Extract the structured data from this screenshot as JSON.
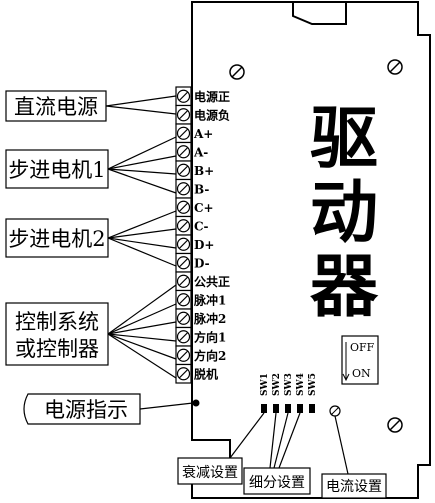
{
  "device": {
    "title_chars": [
      "驱",
      "动",
      "器"
    ],
    "terminals": [
      {
        "label": "电源正"
      },
      {
        "label": "电源负"
      },
      {
        "label": "A+"
      },
      {
        "label": "A-"
      },
      {
        "label": "B+"
      },
      {
        "label": "B-"
      },
      {
        "label": "C+"
      },
      {
        "label": "C-"
      },
      {
        "label": "D+"
      },
      {
        "label": "D-"
      },
      {
        "label": "公共正"
      },
      {
        "label": "脉冲1"
      },
      {
        "label": "脉冲2"
      },
      {
        "label": "方向1"
      },
      {
        "label": "方向2"
      },
      {
        "label": "脱机"
      }
    ],
    "switches": [
      "SW1",
      "SW2",
      "SW3",
      "SW4",
      "SW5"
    ],
    "switch_state_labels": {
      "off": "OFF",
      "on": "ON"
    }
  },
  "groups": {
    "dc_power": "直流电源",
    "stepper_motor_1": "步进电机1",
    "stepper_motor_2": "步进电机2",
    "control_system": {
      "line1": "控制系统",
      "line2": "或控制器"
    },
    "power_indicator": "电源指示"
  },
  "bottom_labels": {
    "decay_setting": "衰减设置",
    "microstep_setting": "细分设置",
    "current_setting": "电流设置"
  }
}
